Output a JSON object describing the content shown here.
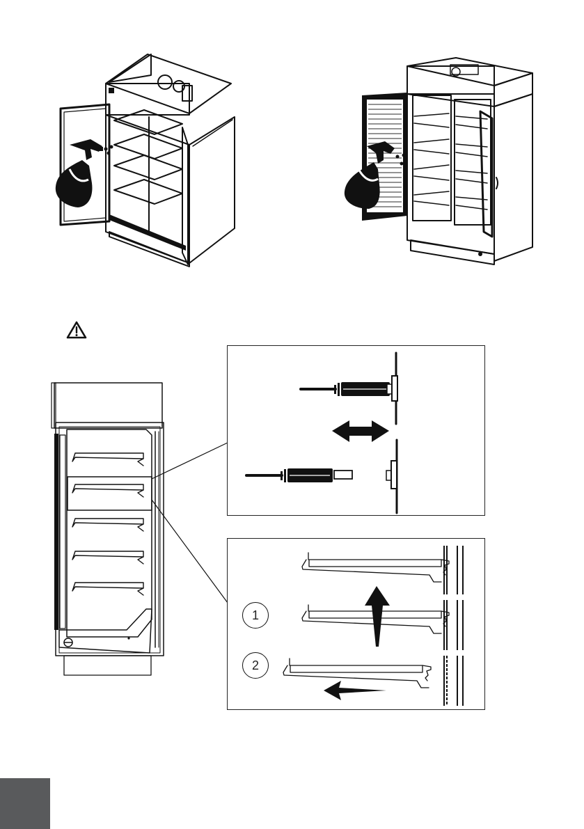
{
  "page": {
    "background": "#ffffff",
    "tab_color": "#595a5c"
  },
  "figures": {
    "cleaning_left": {
      "icon": "spray-bottle-icon",
      "subject": "open single-door refrigerated cabinet with shelves"
    },
    "cleaning_right": {
      "icon": "spray-bottle-icon",
      "subject": "open double-door refrigerated cabinet with perforated door"
    },
    "warning": {
      "icon": "warning-triangle-icon"
    },
    "front_view": {
      "shelf_count": 5,
      "highlighted_shelf": 2
    },
    "detail_connector": {
      "arrow": "double-headed-arrow-icon"
    },
    "detail_shelf_removal": {
      "steps": [
        {
          "label": "1",
          "direction": "up"
        },
        {
          "label": "2",
          "direction": "left"
        }
      ]
    }
  }
}
